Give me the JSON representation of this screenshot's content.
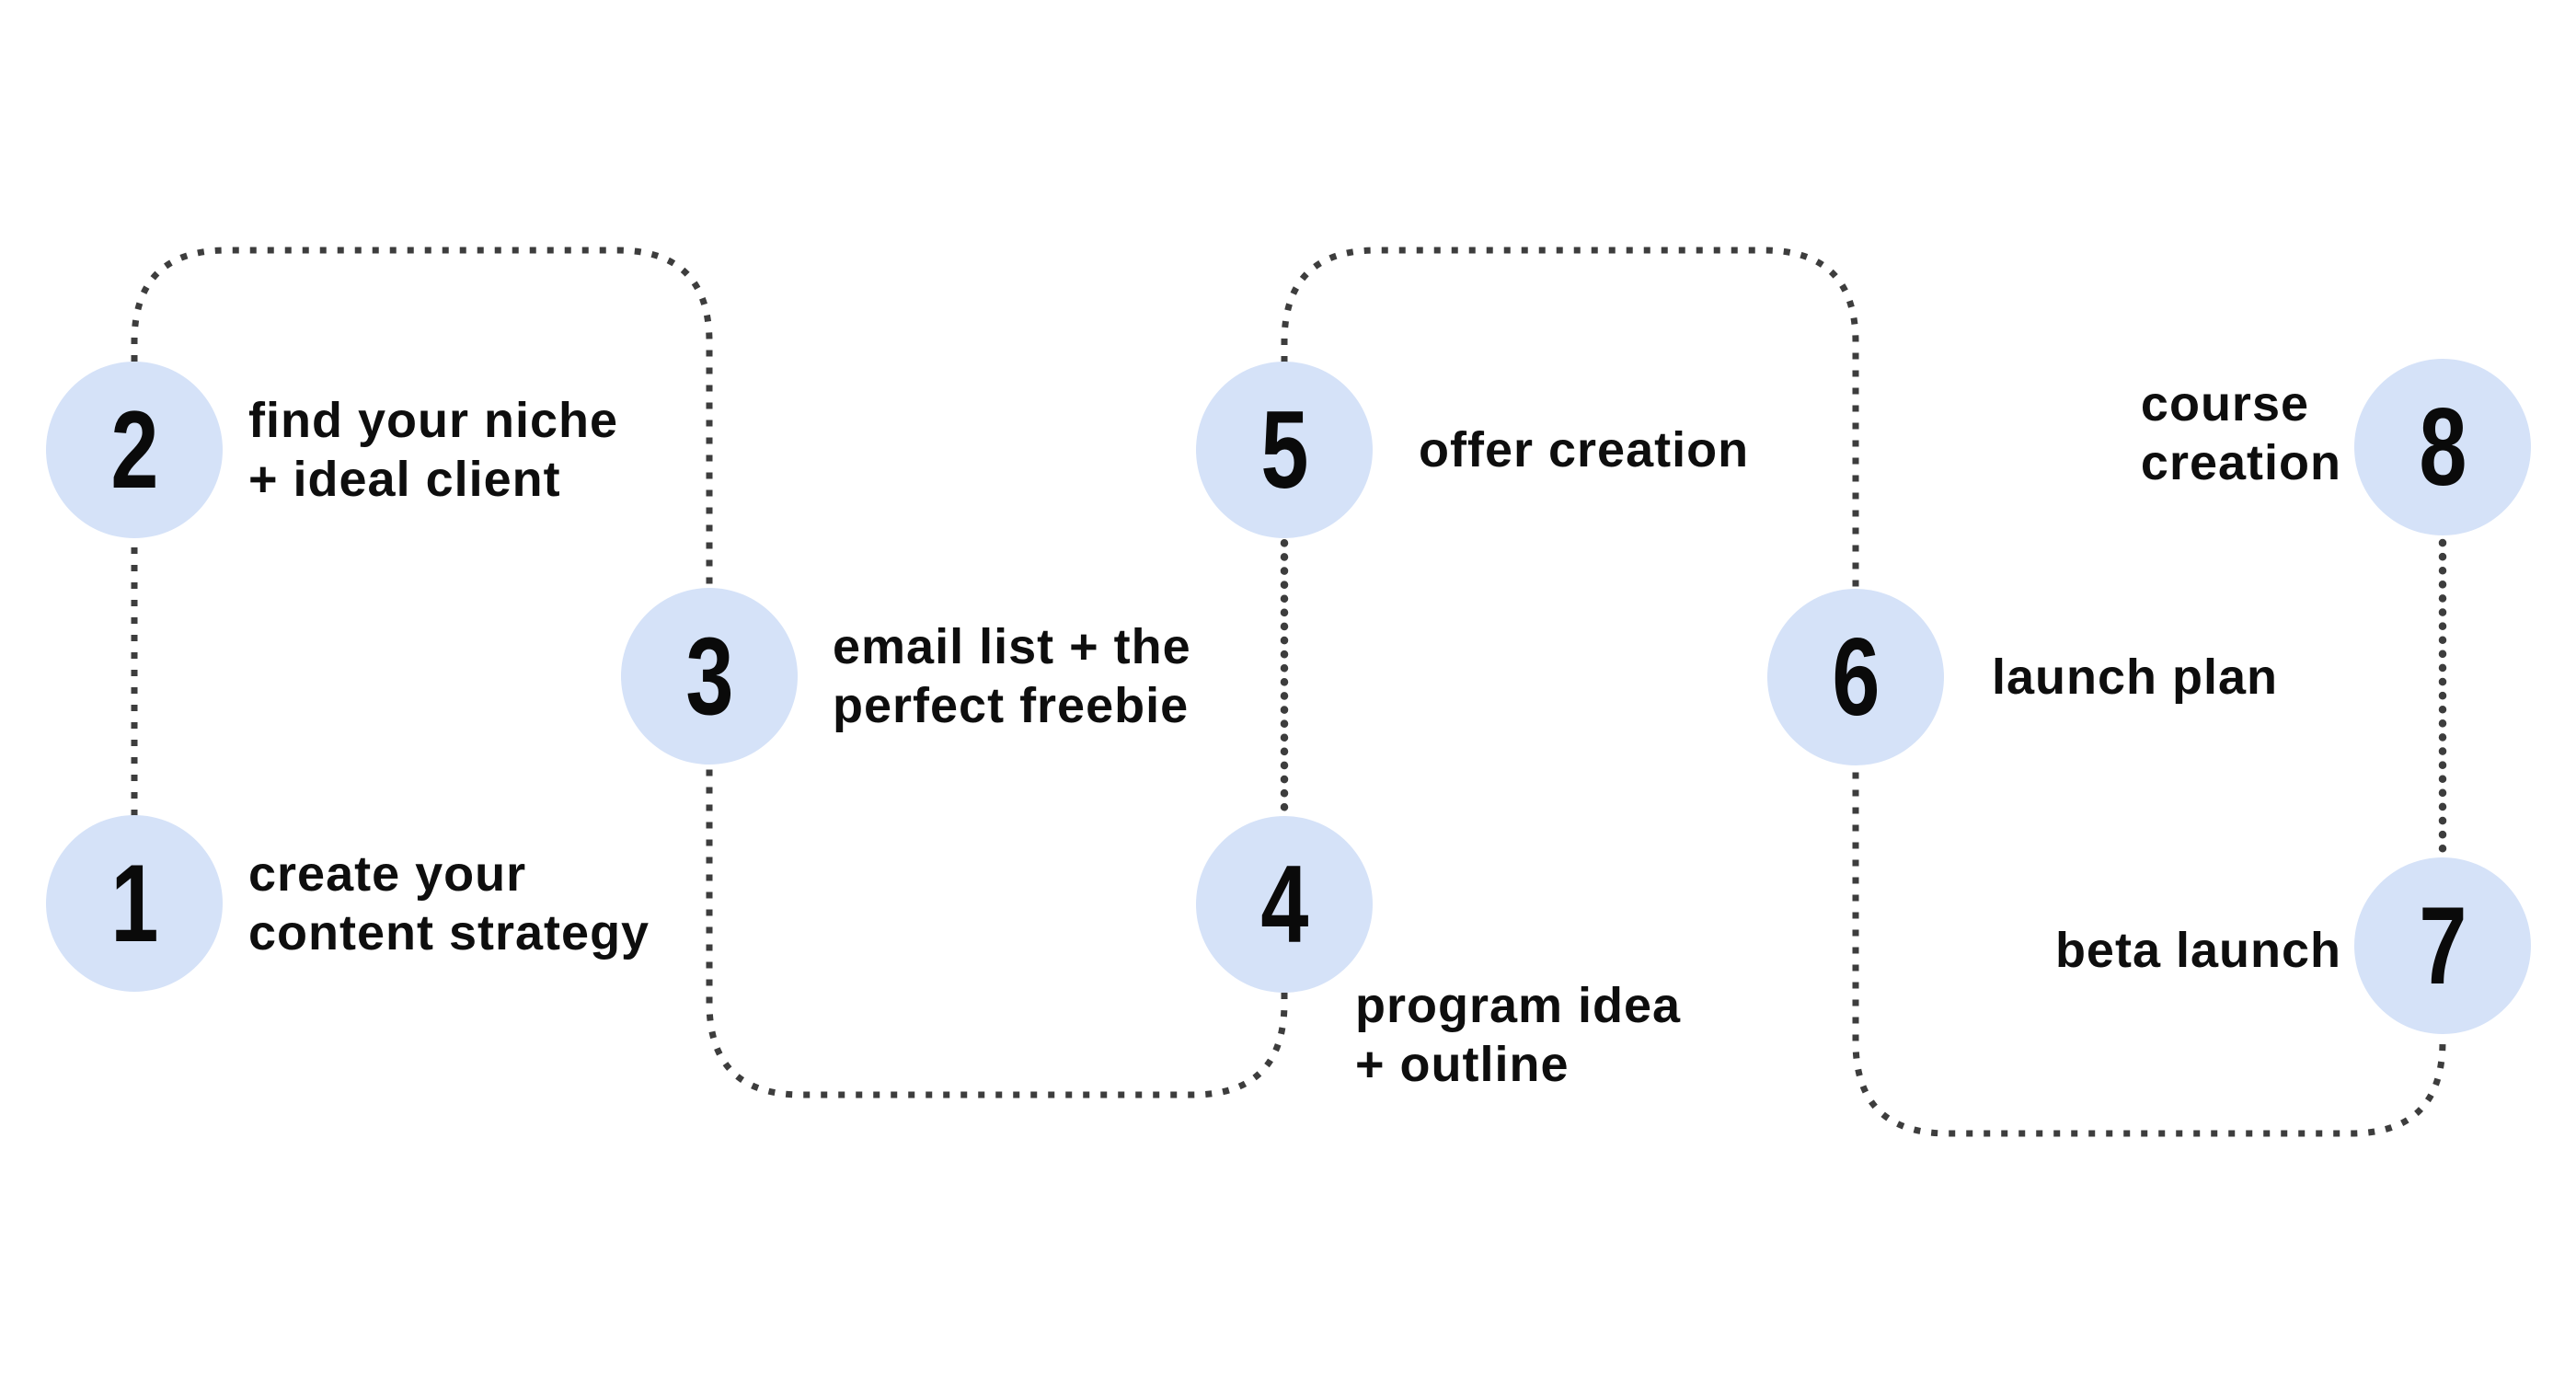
{
  "colors": {
    "background": "#ffffff",
    "circle_fill": "#d5e2f8",
    "dot_color": "#3d3d3d",
    "text_color": "#0e0e0e",
    "number_color": "#0a0a0a"
  },
  "steps": [
    {
      "number": "1",
      "label_line1": "create your",
      "label_line2": "content strategy"
    },
    {
      "number": "2",
      "label_line1": "find your niche",
      "label_line2": "+ ideal client"
    },
    {
      "number": "3",
      "label_line1": "email list + the",
      "label_line2": "perfect freebie"
    },
    {
      "number": "4",
      "label_line1": "program idea",
      "label_line2": "+ outline"
    },
    {
      "number": "5",
      "label_line1": "offer creation",
      "label_line2": ""
    },
    {
      "number": "6",
      "label_line1": "launch plan",
      "label_line2": ""
    },
    {
      "number": "7",
      "label_line1": "beta launch",
      "label_line2": ""
    },
    {
      "number": "8",
      "label_line1": "course",
      "label_line2": "creation"
    }
  ]
}
